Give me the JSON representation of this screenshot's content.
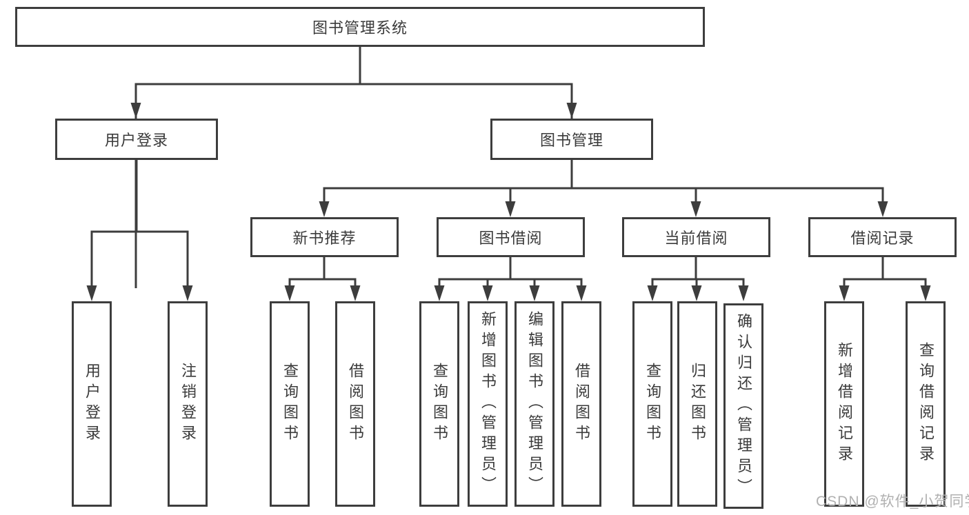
{
  "diagram": {
    "root": {
      "label": "图书管理系统"
    },
    "branches": [
      {
        "label": "用户登录",
        "children": [
          {
            "label": "用户登录"
          },
          {
            "label": "注销登录"
          }
        ]
      },
      {
        "label": "图书管理",
        "children": [
          {
            "label": "新书推荐",
            "children": [
              {
                "label": "查询图书"
              },
              {
                "label": "借阅图书"
              }
            ]
          },
          {
            "label": "图书借阅",
            "children": [
              {
                "label": "查询图书"
              },
              {
                "label": "新增图书（管理员）"
              },
              {
                "label": "编辑图书（管理员）"
              },
              {
                "label": "借阅图书"
              }
            ]
          },
          {
            "label": "当前借阅",
            "children": [
              {
                "label": "查询图书"
              },
              {
                "label": "归还图书"
              },
              {
                "label": "确认归还（管理员）"
              }
            ]
          },
          {
            "label": "借阅记录",
            "children": [
              {
                "label": "新增借阅记录"
              },
              {
                "label": "查询借阅记录"
              }
            ]
          }
        ]
      }
    ]
  },
  "watermark": {
    "text": "CSDN @软件_小贺同学"
  },
  "colors": {
    "line": "#3d3d3d",
    "text": "#3a3a3a",
    "background": "#ffffff",
    "watermark": "#b0b0b0"
  }
}
